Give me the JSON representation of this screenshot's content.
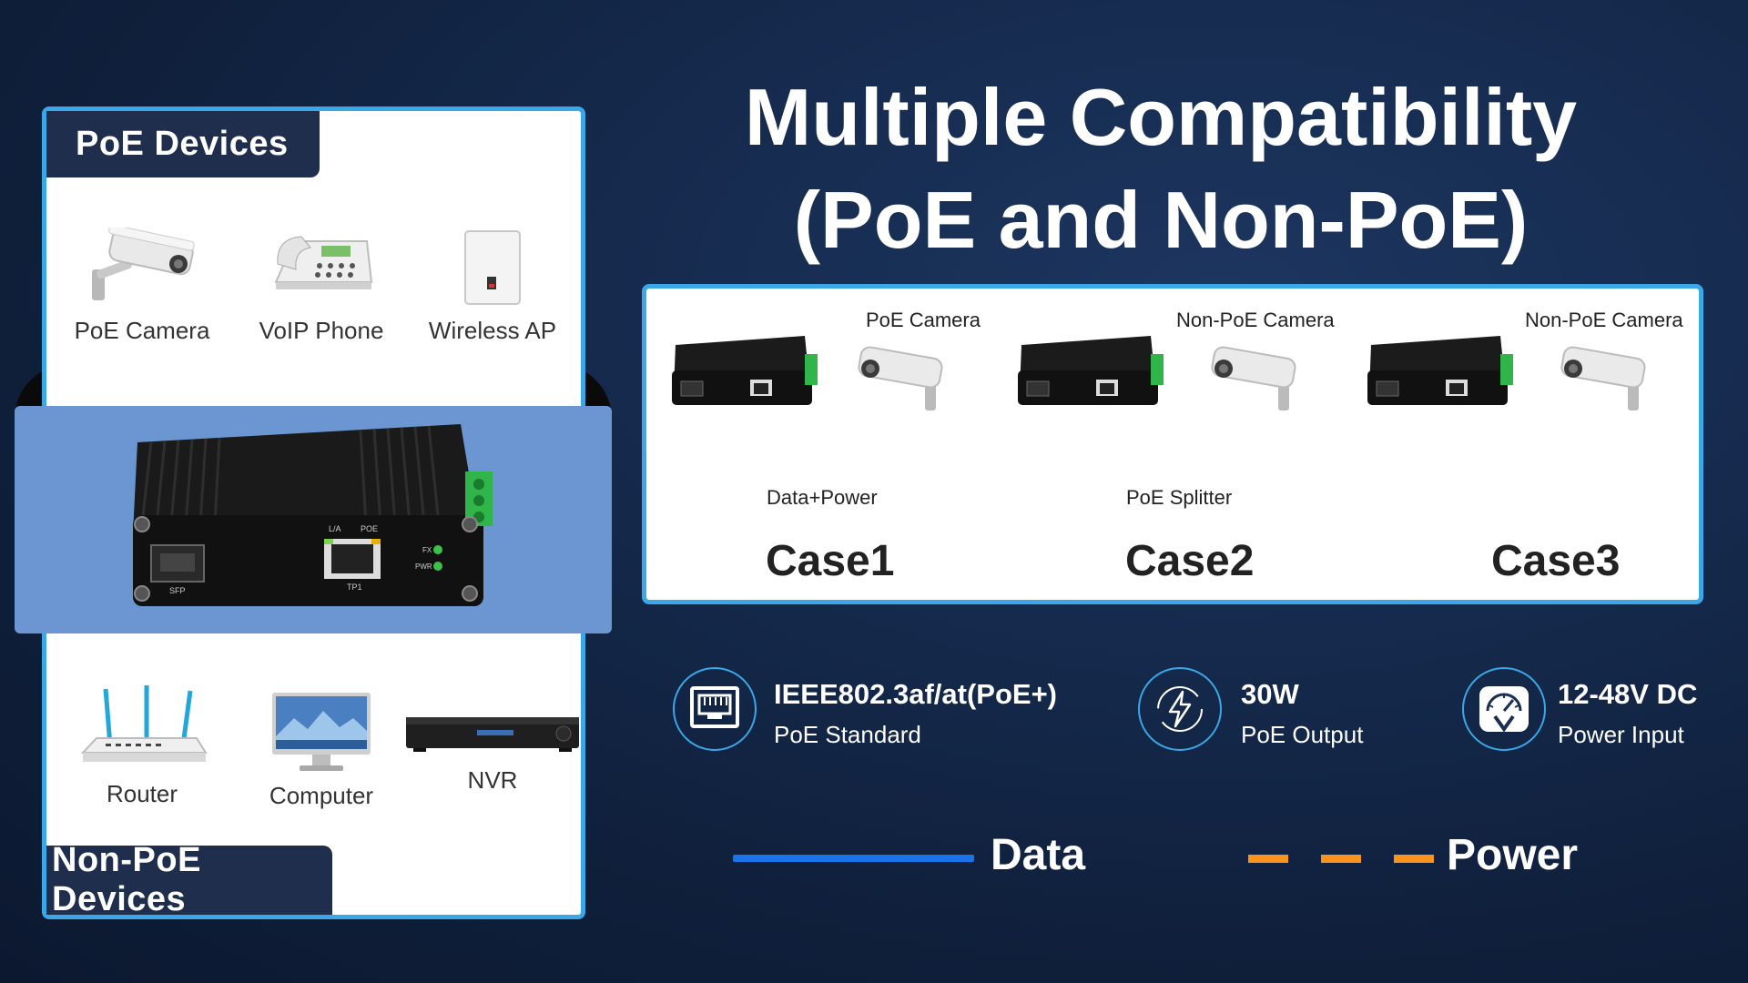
{
  "title": {
    "line1": "Multiple Compatibility",
    "line2": "(PoE and Non-PoE)"
  },
  "poe_devices": {
    "heading": "PoE Devices",
    "items": [
      {
        "label": "PoE Camera",
        "icon": "cctv-camera-icon"
      },
      {
        "label": "VoIP Phone",
        "icon": "voip-phone-icon"
      },
      {
        "label": "Wireless AP",
        "icon": "wireless-ap-icon"
      }
    ]
  },
  "non_poe_devices": {
    "heading": "Non-PoE Devices",
    "items": [
      {
        "label": "Router",
        "icon": "router-icon"
      },
      {
        "label": "Computer",
        "icon": "computer-icon"
      },
      {
        "label": "NVR",
        "icon": "nvr-icon"
      }
    ]
  },
  "hero_device": {
    "port_labels": {
      "link": "L/A",
      "poe": "POE",
      "fx": "FX",
      "pwr": "PWR",
      "sfp": "SFP",
      "tp": "TP1"
    }
  },
  "cases": [
    {
      "camera_label": "PoE Camera",
      "sub_label": "Data+Power",
      "title": "Case1"
    },
    {
      "camera_label": "Non-PoE Camera",
      "sub_label": "PoE Splitter",
      "title": "Case2"
    },
    {
      "camera_label": "Non-PoE Camera",
      "sub_label": "",
      "title": "Case3"
    }
  ],
  "specs": [
    {
      "value": "IEEE802.3af/at(PoE+)",
      "label": "PoE Standard",
      "icon": "ethernet-port-icon"
    },
    {
      "value": "30W",
      "label": "PoE Output",
      "icon": "lightning-icon"
    },
    {
      "value": "12-48V DC",
      "label": "Power Input",
      "icon": "voltmeter-icon"
    }
  ],
  "legend": {
    "data_label": "Data",
    "data_color": "#1a73e8",
    "power_label": "Power",
    "power_color": "#f7931e"
  },
  "colors": {
    "accent_border": "#3aa8e8",
    "tab_bg": "#1e2e4c",
    "hero_band": "#6b96d2"
  }
}
